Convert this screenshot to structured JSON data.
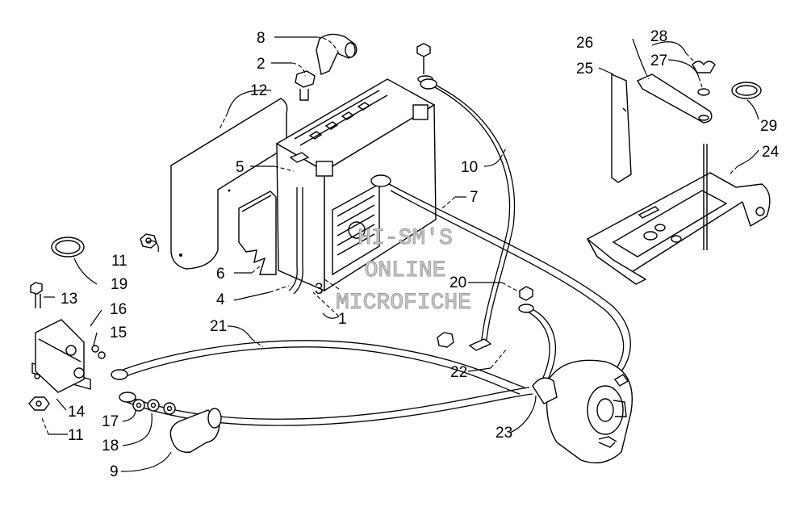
{
  "watermark": [
    "HI-SM'S",
    "ONLINE",
    "MICROFICHE"
  ],
  "callouts": {
    "c1": "1",
    "c2": "2",
    "c3": "3",
    "c4": "4",
    "c5": "5",
    "c6": "6",
    "c7": "7",
    "c8": "8",
    "c9": "9",
    "c10": "10",
    "c11a": "11",
    "c11b": "11",
    "c12": "12",
    "c13": "13",
    "c14": "14",
    "c15": "15",
    "c16": "16",
    "c17": "17",
    "c18": "18",
    "c19": "19",
    "c20": "20",
    "c21": "21",
    "c22": "22",
    "c23": "23",
    "c24": "24",
    "c25": "25",
    "c26": "26",
    "c27": "27",
    "c28": "28",
    "c29": "29"
  }
}
